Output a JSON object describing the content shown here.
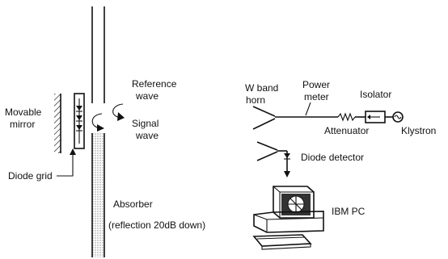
{
  "labels": {
    "reference_wave": [
      "Reference",
      "wave"
    ],
    "signal_wave": [
      "Signal",
      "wave"
    ],
    "movable_mirror": [
      "Movable",
      "mirror"
    ],
    "diode_grid": "Diode grid",
    "absorber": "Absorber",
    "absorber_note": "(reflection 20dB down)",
    "w_band_horn": [
      "W band",
      "horn"
    ],
    "power_meter": [
      "Power",
      "meter"
    ],
    "isolator": "Isolator",
    "attenuator": "Attenuator",
    "klystron": "Klystron",
    "diode_detector": "Diode detector",
    "ibm_pc": "IBM PC"
  },
  "colors": {
    "ink": "#111111",
    "absorber_fill": "#b8b8b8"
  }
}
